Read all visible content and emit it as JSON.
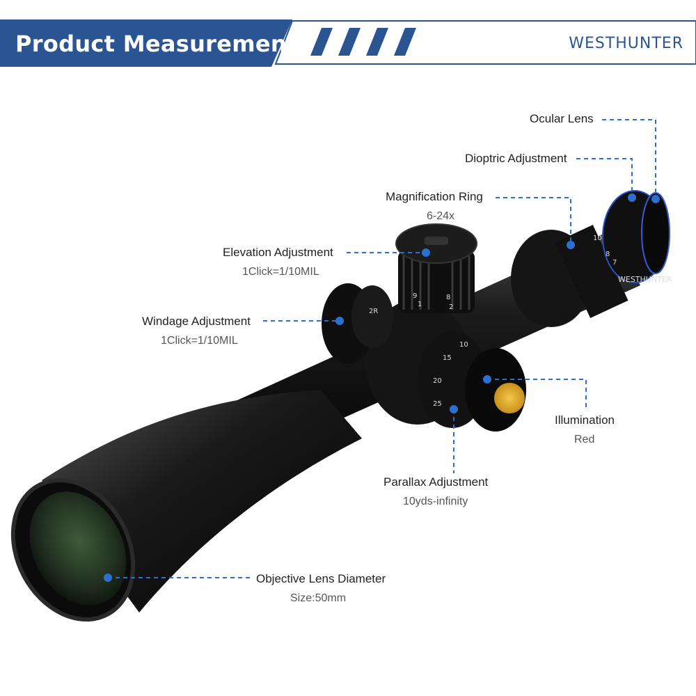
{
  "header": {
    "title": "Product Measurement",
    "brand": "WESTHUNTER",
    "accent_color": "#2b5592"
  },
  "scope": {
    "turret_elevation_marks": [
      "8",
      "9",
      "2",
      "1"
    ],
    "windage_marks": [
      "2R"
    ],
    "parallax_marks": [
      "15",
      "20",
      "25",
      "10"
    ],
    "ocular_brand": "WESTHUNTER",
    "magnification_marks": [
      "10",
      "8",
      "7"
    ]
  },
  "callouts": {
    "ocular_lens": {
      "label": "Ocular Lens"
    },
    "dioptric_adjustment": {
      "label": "Dioptric Adjustment"
    },
    "magnification_ring": {
      "label": "Magnification Ring",
      "value": "6-24x"
    },
    "elevation_adjustment": {
      "label": "Elevation Adjustment",
      "value": "1Click=1/10MIL"
    },
    "windage_adjustment": {
      "label": "Windage Adjustment",
      "value": "1Click=1/10MIL"
    },
    "illumination": {
      "label": "Illumination",
      "value": "Red"
    },
    "parallax_adjustment": {
      "label": "Parallax Adjustment",
      "value": "10yds-infinity"
    },
    "objective_lens_diameter": {
      "label": "Objective Lens Diameter",
      "value": "Size:50mm"
    }
  }
}
